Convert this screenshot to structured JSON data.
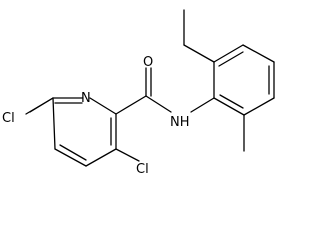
{
  "molecule": {
    "atoms": {
      "cl_left": "Cl",
      "n_ring": "N",
      "o_carbonyl": "O",
      "nh_amide": "NH",
      "cl_bottom": "Cl"
    }
  }
}
